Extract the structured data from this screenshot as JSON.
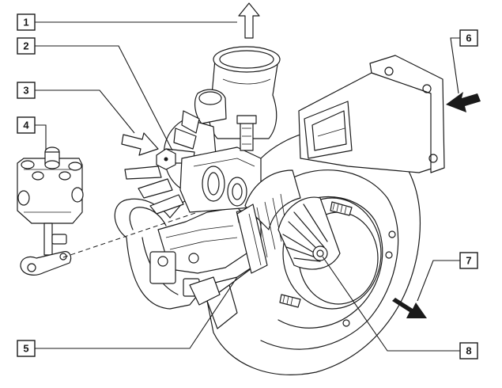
{
  "callouts": [
    {
      "id": "1",
      "label": "1"
    },
    {
      "id": "2",
      "label": "2"
    },
    {
      "id": "3",
      "label": "3"
    },
    {
      "id": "4",
      "label": "4"
    },
    {
      "id": "5",
      "label": "5"
    },
    {
      "id": "6",
      "label": "6"
    },
    {
      "id": "7",
      "label": "7"
    },
    {
      "id": "8",
      "label": "8"
    }
  ],
  "colors": {
    "ink": "#1a1a1a",
    "paper": "#ffffff"
  },
  "icons": {
    "flow_out_top": "arrow-up-icon",
    "flow_in_left": "arrow-right-icon",
    "flow_in_right": "arrow-left-icon",
    "flow_out_bottom": "arrow-down-right-icon"
  }
}
